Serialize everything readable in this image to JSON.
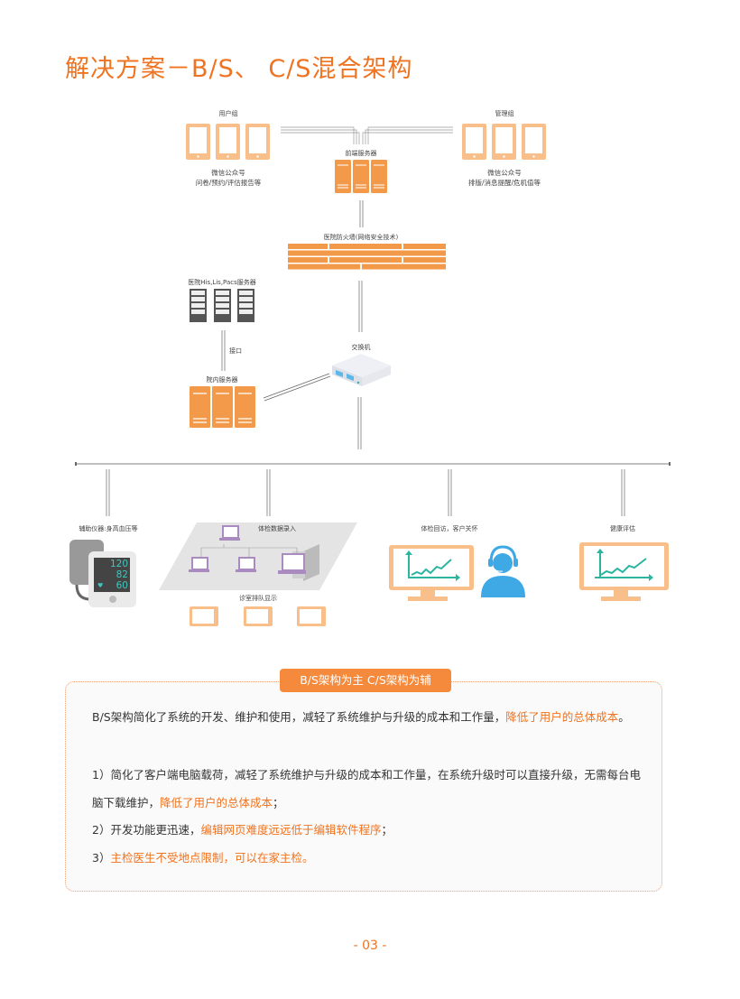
{
  "title": "解决方案－B/S、 C/S混合架构",
  "diagram": {
    "user_group": {
      "label": "用户组",
      "caption_line1": "微信公众号",
      "caption_line2": "问卷/预约/评估报告等"
    },
    "admin_group": {
      "label": "管理组",
      "caption_line1": "微信公众号",
      "caption_line2": "排版/消息提醒/危机值等"
    },
    "frontend_server": {
      "label": "前端服务器"
    },
    "firewall": {
      "label": "医院防火墙(网络安全技术)"
    },
    "his_servers": {
      "label": "医院His,Lis,Pacs服务器"
    },
    "interface": {
      "label": "接口"
    },
    "internal_server": {
      "label": "院内服务器"
    },
    "switch": {
      "label": "交换机"
    },
    "endpoints": [
      {
        "label": "辅助仪器:身高血压等"
      },
      {
        "label": "体检数据录入"
      },
      {
        "label": "体检回访，客户关怀"
      },
      {
        "label": "健康评估"
      }
    ],
    "queue_display": {
      "label": "诊室排队显示"
    },
    "bp_monitor": {
      "systolic": "120",
      "diastolic": "82",
      "pulse": "60"
    }
  },
  "summary": {
    "badge": "B/S架构为主  C/S架构为辅",
    "intro_text": "B/S架构简化了系统的开发、维护和使用，减轻了系统维护与升级的成本和工作量，",
    "intro_highlight": "降低了用户的总体成本",
    "intro_end": "。",
    "items": [
      {
        "prefix": "1）简化了客户端电脑载荷，减轻了系统维护与升级的成本和工作量，在系统升级时可以直接升级，无需每台电脑下载维护，",
        "highlight": "降低了用户的总体成本",
        "suffix": "；"
      },
      {
        "prefix": "2）开发功能更迅速，",
        "highlight": "编辑网页难度远远低于编辑软件程序",
        "suffix": "；"
      },
      {
        "prefix": "3）",
        "highlight": "主检医生不受地点限制，可以在家主检。",
        "suffix": ""
      }
    ]
  },
  "page_number": "- 03 -",
  "colors": {
    "accent": "#ef7320",
    "orange_light": "#f9bf8a",
    "orange_server": "#f29a4a",
    "teal": "#2bb5a0",
    "blue": "#3fa9e6",
    "purple": "#a98bbf"
  }
}
